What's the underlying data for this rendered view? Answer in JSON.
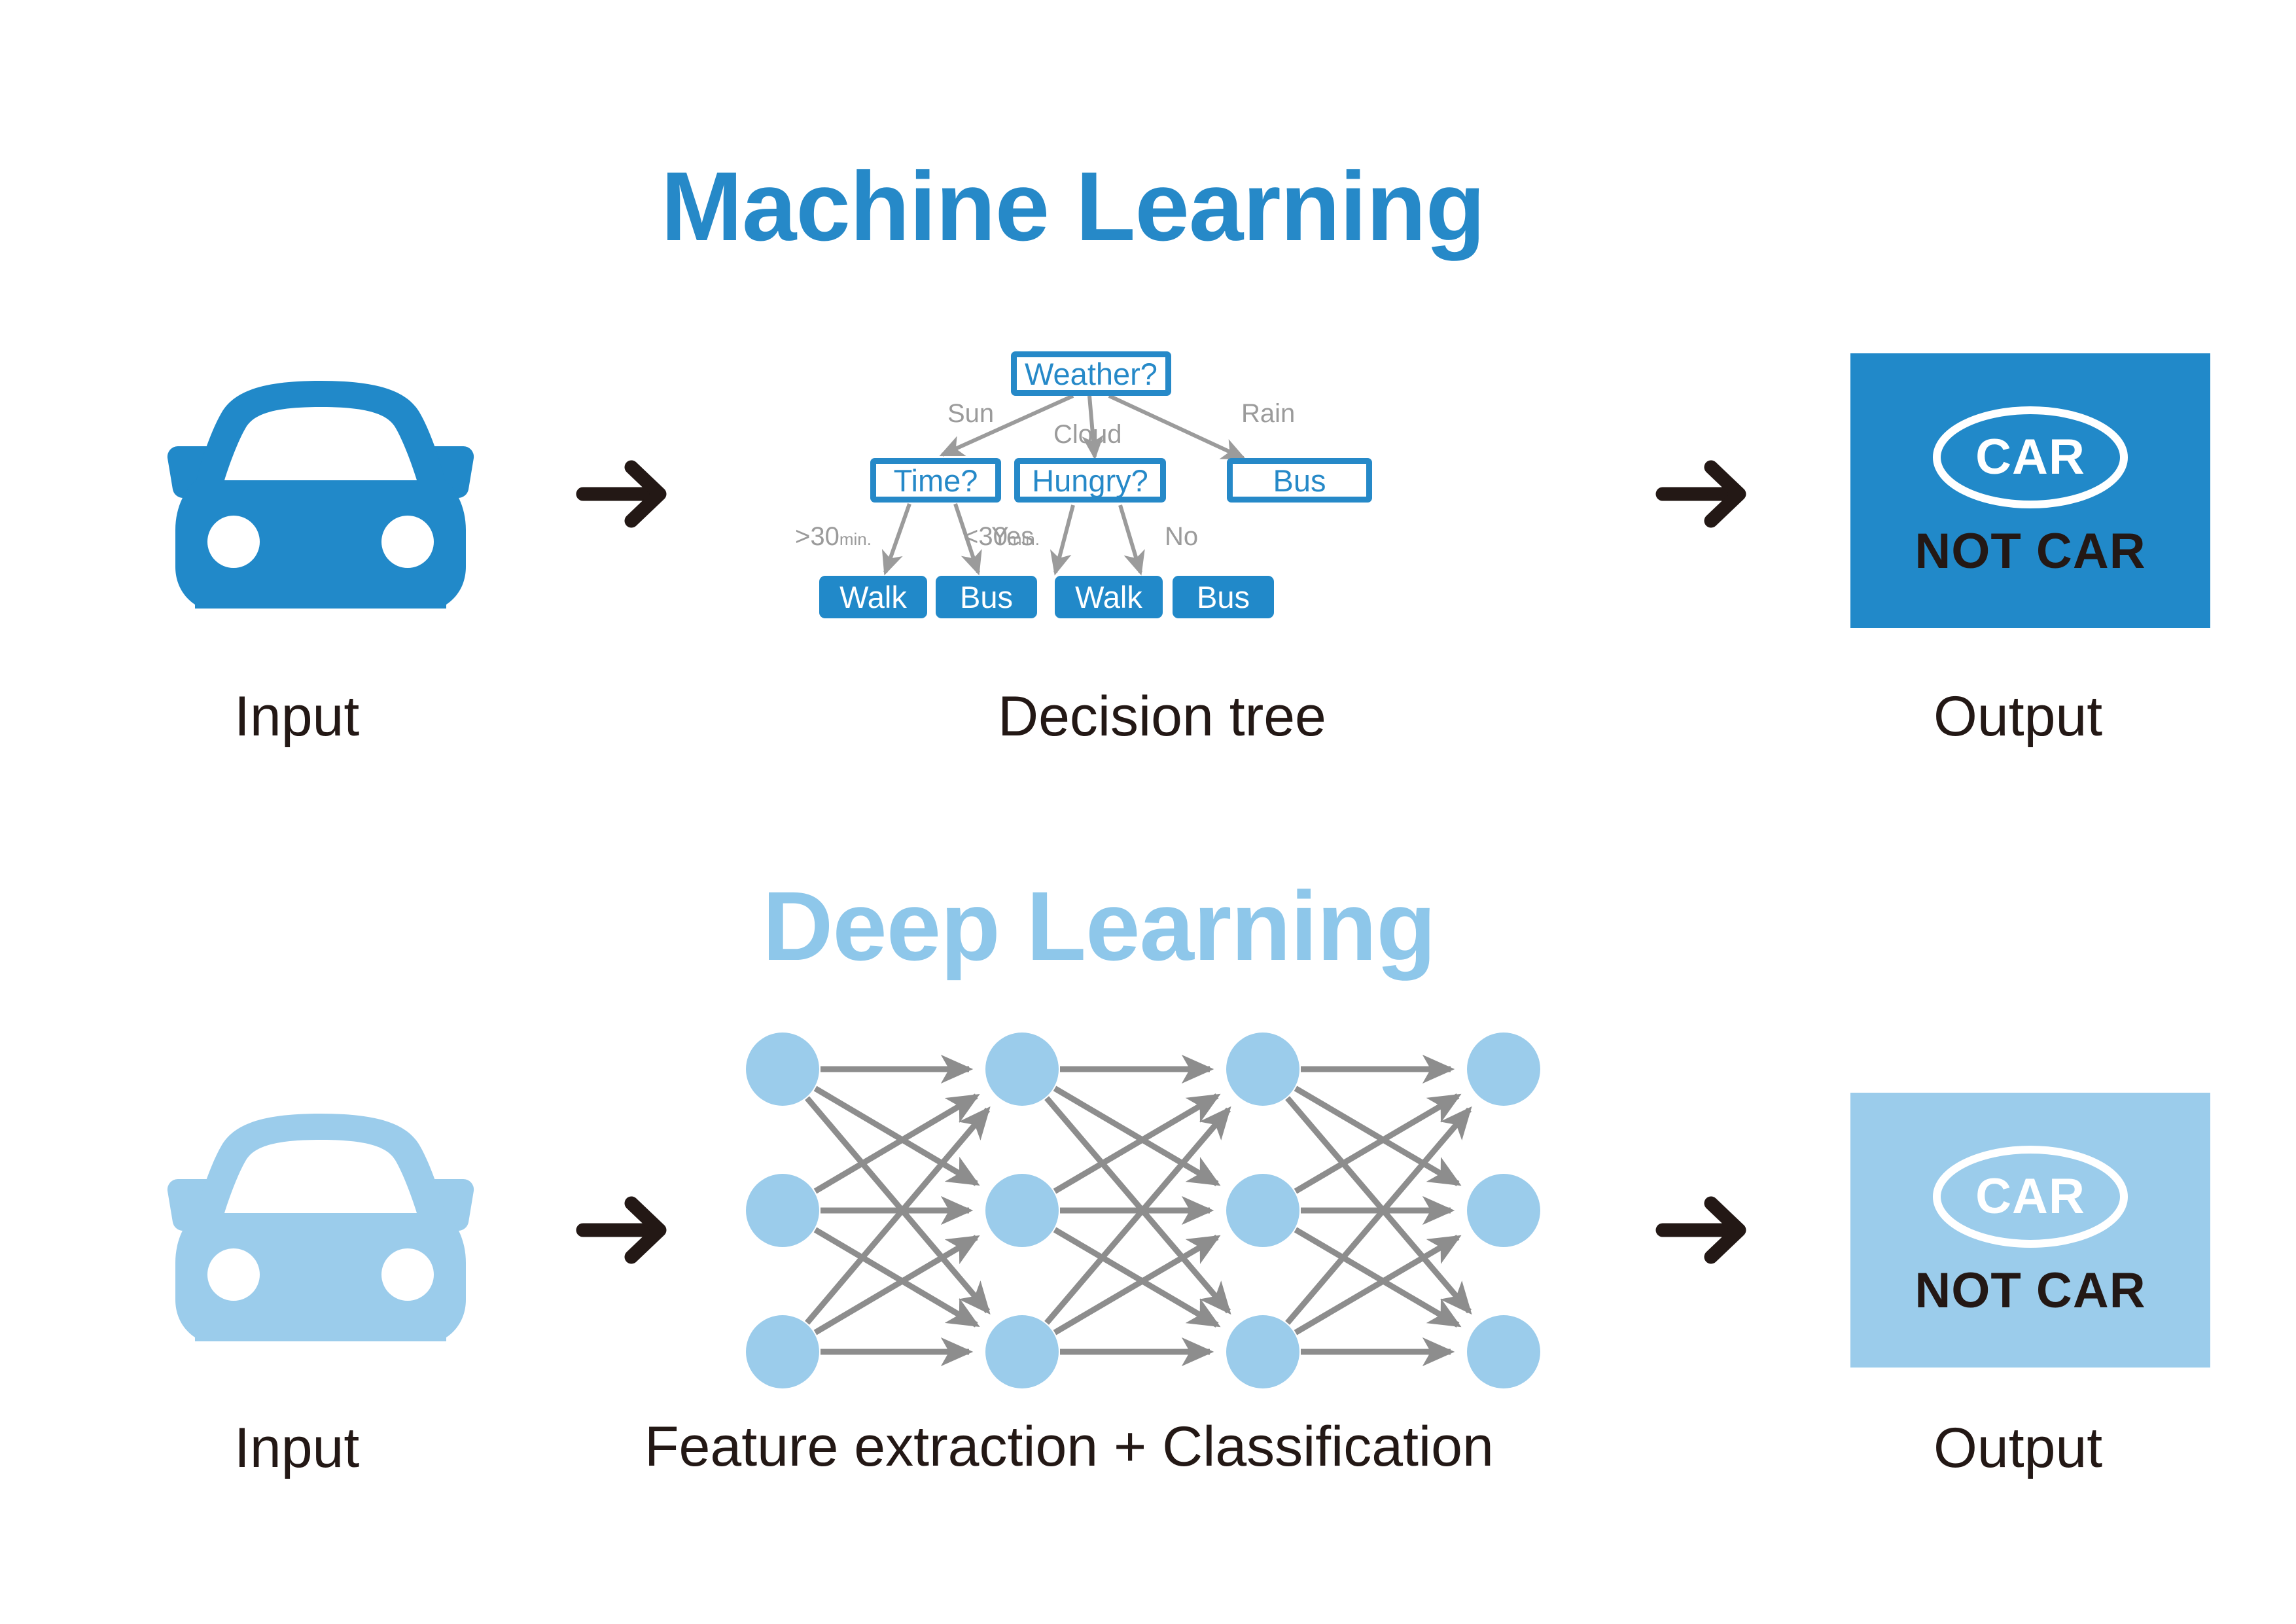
{
  "colors": {
    "primary_blue": "#2689c8",
    "light_blue": "#8ec7ea",
    "node_blue": "#9bcceb",
    "dark_text": "#231815",
    "gray": "#9b9b9b",
    "arrow_gray": "#8d8d8d"
  },
  "sections": [
    {
      "id": "machine-learning",
      "title": "Machine Learning",
      "input_label": "Input",
      "middle_label": "Decision tree",
      "output_label": "Output",
      "car_icon": "car-front-icon",
      "output": {
        "car_text": "CAR",
        "not_car_text": "NOT CAR"
      }
    },
    {
      "id": "deep-learning",
      "title": "Deep Learning",
      "input_label": "Input",
      "middle_label": "Feature extraction + Classification",
      "output_label": "Output",
      "car_icon": "car-front-icon",
      "output": {
        "car_text": "CAR",
        "not_car_text": "NOT CAR"
      }
    }
  ],
  "decision_tree": {
    "nodes": {
      "root": {
        "label": "Weather?",
        "style": "outline"
      },
      "time": {
        "label": "Time?",
        "style": "outline"
      },
      "hungry": {
        "label": "Hungry?",
        "style": "outline"
      },
      "bus_rain": {
        "label": "Bus",
        "style": "outline"
      },
      "leaf1": {
        "label": "Walk",
        "style": "filled"
      },
      "leaf2": {
        "label": "Bus",
        "style": "filled"
      },
      "leaf3": {
        "label": "Walk",
        "style": "filled"
      },
      "leaf4": {
        "label": "Bus",
        "style": "filled"
      }
    },
    "edge_labels": {
      "sun": "Sun",
      "cloud": "Cloud",
      "rain": "Rain",
      "gt30_main": ">30",
      "gt30_unit": "min.",
      "lt30_main": "<30",
      "lt30_unit": "min.",
      "yes": "Yes",
      "no": "No"
    }
  },
  "neural_network": {
    "layers": 4,
    "nodes_per_layer": 3,
    "node_shape": "circle",
    "connection_style": "fully-connected-arrows"
  }
}
